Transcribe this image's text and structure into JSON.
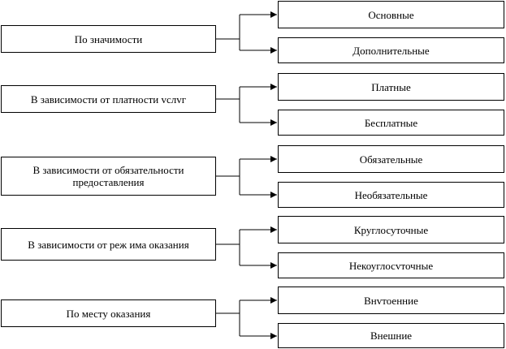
{
  "groups": [
    {
      "criterion": "По значимости",
      "types": [
        "Основные",
        "Дополнительные"
      ]
    },
    {
      "criterion": "В зависимости от платности vслvг",
      "types": [
        "Платные",
        "Бесплатные"
      ]
    },
    {
      "criterion": "В зависимости от обязательности предоставления",
      "types": [
        "Обязательные",
        "Необязательные"
      ]
    },
    {
      "criterion": "В зависимости от реж има оказания",
      "types": [
        "Круглосуточные",
        "Некоуглосvточные"
      ]
    },
    {
      "criterion": "По месту оказания",
      "types": [
        "Внvтоенние",
        "Внешние"
      ]
    }
  ],
  "colors": {
    "line": "#000000",
    "background": "#ffffff"
  }
}
